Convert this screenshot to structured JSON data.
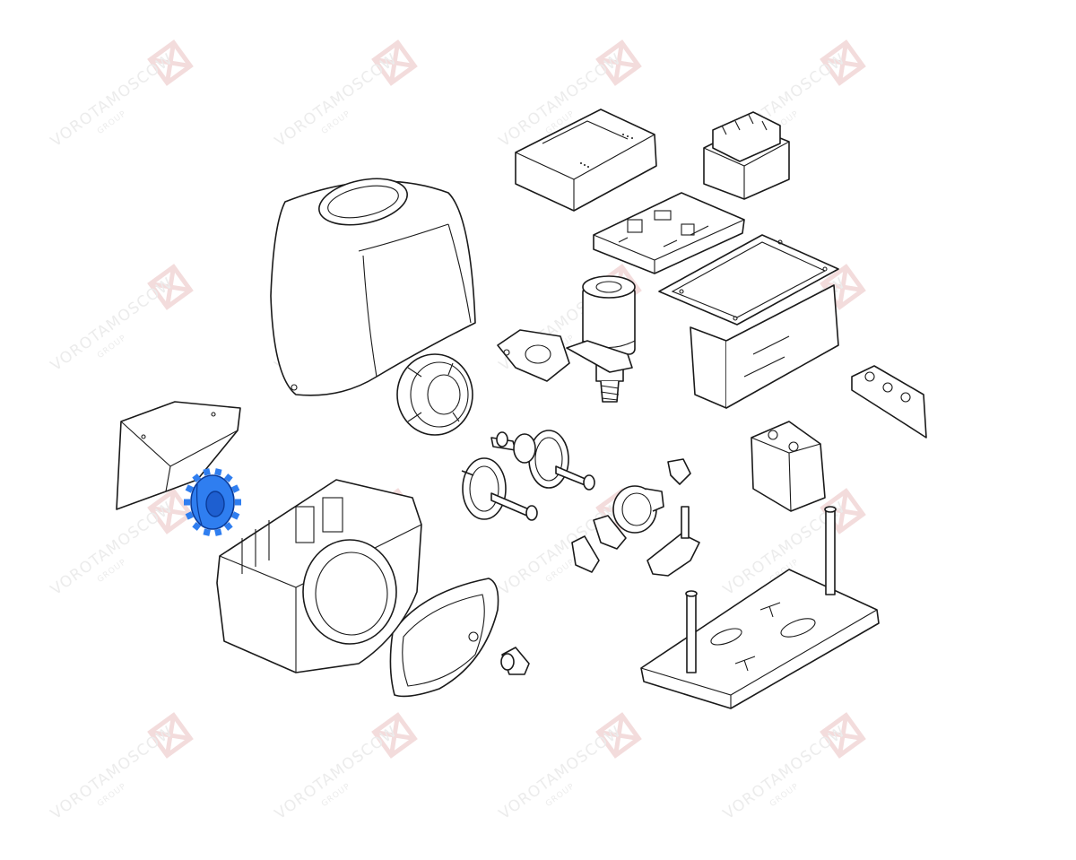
{
  "watermark": {
    "brand": "VOROTAMOSCOW",
    "sub": "GROUP"
  },
  "colors": {
    "line": "#1a1a1a",
    "highlight": "#2f7ef0",
    "watermark": "#e8e0e0",
    "watermark_logo": "#f3dcdc"
  },
  "highlighted_part": "drive-gear-pinion"
}
